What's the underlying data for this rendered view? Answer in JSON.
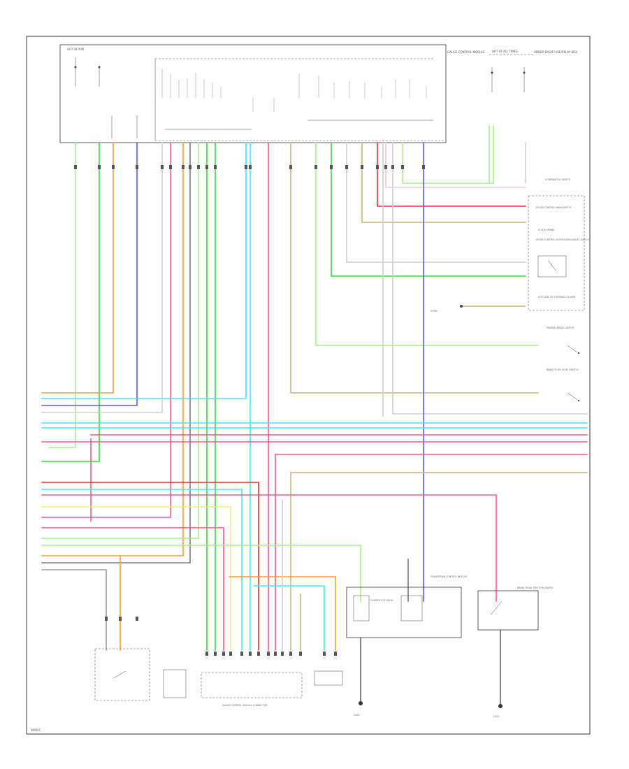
{
  "colors": {
    "orange": "#f5a030",
    "green": "#39d839",
    "lightgreen": "#a8ef8a",
    "blue": "#5a5af5",
    "cyan": "#46e6f0",
    "pink": "#f55a8c",
    "red": "#f52a3a",
    "tan": "#cdb276",
    "gray": "#9c9c9c",
    "lightgray": "#cfcfcf",
    "darkgray": "#7a7a7a",
    "yellow": "#eef07a"
  },
  "labels": {
    "gauge_control_module": "GAUGE CONTROL MODULE",
    "hot_in_run": "HOT IN RUN",
    "hot_at_all_times": "HOT AT ALL TIMES",
    "powertrain_control_module": "POWERTRAIN CONTROL MODULE",
    "combination_switch": "COMBINATION SWITCH",
    "cruise_control_main_switch": "CRUISE CONTROL MAIN SWITCH",
    "clock_spring": "CLOCK SPRING",
    "cruise_control_set_resume_cancel_switch": "CRUISE CONTROL SET/RESUME/CANCEL SWITCH",
    "left_side_of_steering_column": "LEFT SIDE OF STEERING COLUMN",
    "parking_brake_switch": "PARKING BRAKE SWITCH",
    "brake_fluid_level_switch": "BRAKE FLUID LEVEL SWITCH",
    "brake_pedal_position_switch": "BRAKE PEDAL POSITION SWITCH",
    "starter_cut_relay": "STARTER CUT RELAY",
    "under_dash_fuse_relay_box": "UNDER-DASH FUSE/RELAY BOX",
    "horn": "HORN",
    "gauge_control_module_connector": "GAUGE CONTROL MODULE CONNECTOR",
    "ground_left_kick_panel": "G401",
    "ground_right_kick_panel": "G402",
    "figure_code": "W0001"
  }
}
